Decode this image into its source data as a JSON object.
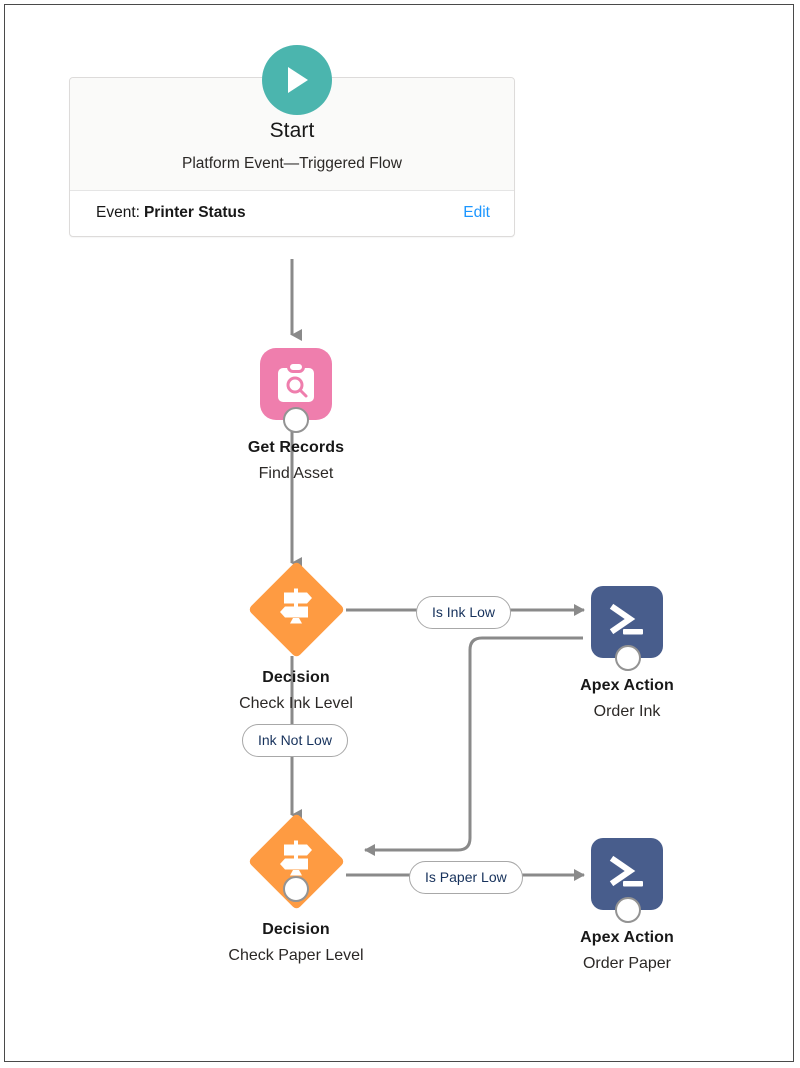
{
  "canvas": {
    "kind": "flow-builder-canvas",
    "background": "#ffffff",
    "border_color": "#4a4a4a"
  },
  "colors": {
    "start_badge": "#4bb5ae",
    "get_records": "#ef7ead",
    "decision": "#fe9b42",
    "apex_action": "#485d8c",
    "connector": "#8a8a8a",
    "link": "#1b96ff",
    "label_text": "#17325c"
  },
  "start": {
    "play_icon": "play-icon",
    "title": "Start",
    "subtitle": "Platform Event—Triggered Flow",
    "event_label": "Event:",
    "event_value": "Printer Status",
    "edit_label": "Edit"
  },
  "nodes": [
    {
      "id": "get-records",
      "icon": "clipboard-search-icon",
      "title": "Get Records",
      "subtitle": "Find Asset",
      "color": "#ef7ead"
    },
    {
      "id": "decision-ink",
      "icon": "signpost-icon",
      "title": "Decision",
      "subtitle": "Check Ink Level",
      "color": "#fe9b42"
    },
    {
      "id": "apex-ink",
      "icon": "terminal-prompt-icon",
      "title": "Apex Action",
      "subtitle": "Order Ink",
      "color": "#485d8c"
    },
    {
      "id": "decision-paper",
      "icon": "signpost-icon",
      "title": "Decision",
      "subtitle": "Check Paper Level",
      "color": "#fe9b42"
    },
    {
      "id": "apex-paper",
      "icon": "terminal-prompt-icon",
      "title": "Apex Action",
      "subtitle": "Order Paper",
      "color": "#485d8c"
    }
  ],
  "connector_labels": [
    {
      "id": "is-ink-low",
      "text": "Is Ink Low"
    },
    {
      "id": "ink-not-low",
      "text": "Ink Not Low"
    },
    {
      "id": "is-paper-low",
      "text": "Is Paper Low"
    }
  ]
}
